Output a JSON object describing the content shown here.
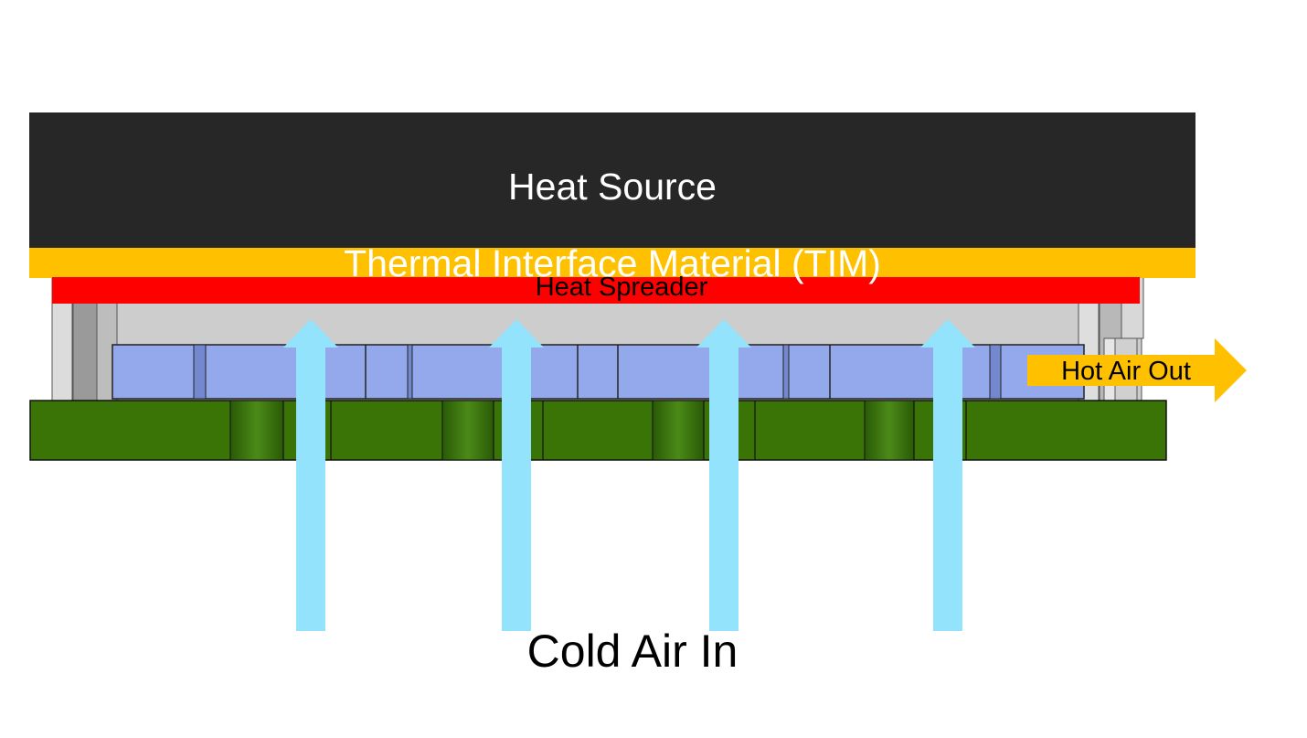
{
  "labels": {
    "heat_source": "Heat Source",
    "tim": "Thermal Interface Material (TIM)",
    "heat_spreader": "Heat Spreader",
    "hot_air_out": "Hot Air Out",
    "cold_air_in": "Cold Air In"
  },
  "colors": {
    "heat_source": "#272727",
    "tim": "#ffc000",
    "heat_spreader": "#ff0000",
    "housing": "#cdcdcd",
    "fins": "#94a8ec",
    "base_board": "#3b7406",
    "cold_air": "#92e3fb",
    "hot_air": "#ffc000"
  },
  "cold_air_arrow_count": 4
}
